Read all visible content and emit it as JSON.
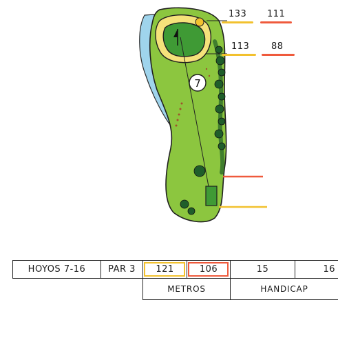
{
  "hole": {
    "number": "7",
    "distance_markers": [
      {
        "yellow": "133",
        "red": "111"
      },
      {
        "yellow": "113",
        "red": "88"
      }
    ]
  },
  "scorecard": {
    "holes_label": "HOYOS 7-16",
    "par_label": "PAR 3",
    "meters_yellow": "121",
    "meters_red": "106",
    "handicap_a": "15",
    "handicap_b": "16",
    "meters_caption": "METROS",
    "handicap_caption": "HANDICAP"
  },
  "colors": {
    "yellow_tee": "#f2c12e",
    "red_tee": "#ef5a3c",
    "fairway": "#8cc63f",
    "green": "#3f9a35",
    "water": "#9fd4ec",
    "trees": "#1f5e2a"
  }
}
